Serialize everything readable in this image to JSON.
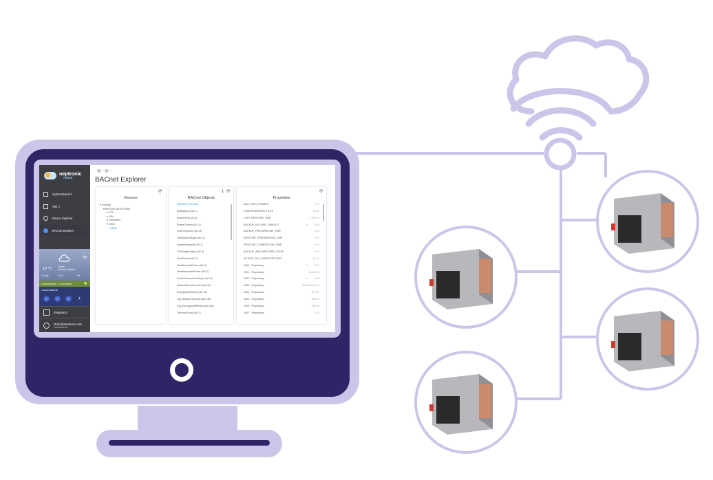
{
  "app": {
    "brand": "neptronic",
    "brand_sub": "cloud",
    "page_title": "BACnet Explorer",
    "breadcrumb": [
      "SystemOwner1",
      "Site 2"
    ]
  },
  "sidebar": {
    "items": [
      {
        "label": "SystemOwner1",
        "icon": "building-icon"
      },
      {
        "label": "Site 2",
        "icon": "building-icon"
      },
      {
        "label": "Device Explorer",
        "icon": "gear-icon"
      },
      {
        "label": "BACnet Explorer",
        "icon": "compass-icon"
      }
    ],
    "weather": {
      "temp": "19 °C",
      "condition": "Clouds",
      "subline": "Montreal, Quebec",
      "wind": "1.5 kph",
      "humidity": "61 %",
      "cloud_pct": "0%"
    },
    "cloud_status": "CloudStatus : Connected",
    "alarms_label": "Cloud Alarms",
    "alarm_counts": [
      "0",
      "0",
      "0"
    ],
    "integrator": "Integrator1",
    "user_email": "storm@neptronic.com",
    "user_role": "SUPERADMIN"
  },
  "panels": {
    "devices": {
      "title": "Devices",
      "tree": [
        {
          "label": "Zoning2",
          "depth": 0,
          "toggle": "▾"
        },
        {
          "label": "BACNet MSTP USB0",
          "depth": 1,
          "toggle": "▾"
        },
        {
          "label": "RTU",
          "depth": 2,
          "toggle": "▸"
        },
        {
          "label": "VAV",
          "depth": 2,
          "toggle": "▸"
        },
        {
          "label": "Humidifier",
          "depth": 2,
          "toggle": "▸"
        },
        {
          "label": "Other",
          "depth": 2,
          "toggle": "▾"
        },
        {
          "label": "HEX8",
          "depth": 3,
          "toggle": "",
          "selected": true
        }
      ]
    },
    "objects": {
      "title": "BACnet Objects",
      "items": [
        "HEX8 (IV 100-303)",
        "AnalogInput (AI-1)",
        "BoardTemp (AI-5)",
        "PhaseCurrent (AI-11)",
        "LineFrequency (AI-14)",
        "FeedbackVoltage (AO-1)",
        "SystemDemand (AV-1)",
        "TPHStageOutput (AV-2)",
        "HeatOutput (AV-3)",
        "HeatNominalPower (AV-4)",
        "HeatMeasuredPower (AV-5)",
        "PowerDemandLimitInput (AV-9)",
        "NetworkDownCounter (AV-12)",
        "EnergyAuditResult (AV-16)",
        "Cfg_NetworkTimeout (AV-126)",
        "Cfg_EnergyAuditPeriod (AV-136)",
        "ThermalCutout (BI-1)"
      ]
    },
    "properties": {
      "title": "Properties",
      "rows": [
        {
          "name": "MAX_INFO_FRAMES",
          "value": "1.00",
          "edit": false
        },
        {
          "name": "CONFIGURATION_FILES",
          "value": "10.00",
          "edit": false
        },
        {
          "name": "LAST_RESTORE_TIME",
          "value": "2.1E5.00",
          "edit": false
        },
        {
          "name": "BACKUP_FAILURE_TIMEOUT",
          "value": "0.00",
          "edit": true
        },
        {
          "name": "BACKUP_PREPARATION_TIME",
          "value": "0.00",
          "edit": false
        },
        {
          "name": "RESTORE_PREPARATION_TIME",
          "value": "0.00",
          "edit": false
        },
        {
          "name": "RESTORE_COMPLETION_TIME",
          "value": "0.00",
          "edit": false
        },
        {
          "name": "BACKUP_AND_RESTORE_STATE",
          "value": "0.00",
          "edit": false
        },
        {
          "name": "ACTIVE_COV_SUBSCRIPTIONS",
          "value": "NULL",
          "edit": false
        },
        {
          "name": "1000 - Proprietary",
          "value": "0.00",
          "edit": true
        },
        {
          "name": "1001 - Proprietary",
          "value": "30400.00",
          "edit": false
        },
        {
          "name": "1002 - Proprietary",
          "value": "0.00",
          "edit": true
        },
        {
          "name": "1003 - Proprietary",
          "value": "2100000001.00",
          "edit": false
        },
        {
          "name": "1004 - Proprietary",
          "value": "HEX11",
          "edit": false
        },
        {
          "name": "1005 - Proprietary",
          "value": "288.00",
          "edit": false
        },
        {
          "name": "1006 - Proprietary",
          "value": "160.00",
          "edit": false
        },
        {
          "name": "1007 - Proprietary",
          "value": "1.00",
          "edit": false
        }
      ]
    }
  },
  "colors": {
    "frame_light": "#cbc6e9",
    "frame_dark": "#2e2466",
    "accent_link": "#2196f3",
    "sidebar_bg": "#3d3d44"
  }
}
